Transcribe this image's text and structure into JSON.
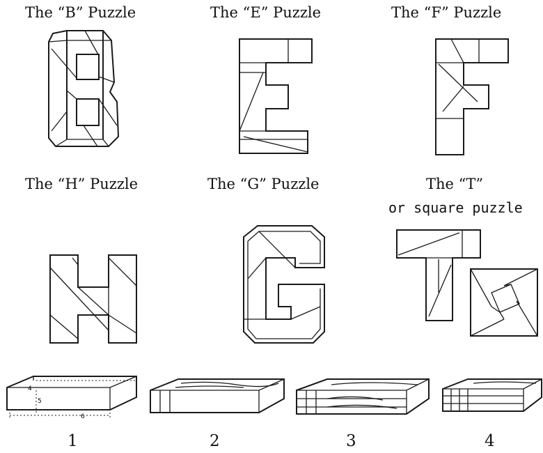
{
  "puzzles": [
    {
      "key": "b",
      "title": "The “B” Puzzle"
    },
    {
      "key": "e",
      "title": "The “E” Puzzle"
    },
    {
      "key": "f",
      "title": "The “F” Puzzle"
    },
    {
      "key": "h",
      "title": "The “H” Puzzle"
    },
    {
      "key": "g",
      "title": "The “G” Puzzle"
    },
    {
      "key": "t",
      "title": "The “T”",
      "subtitle": "or square puzzle"
    }
  ],
  "blocks": [
    {
      "number": "1",
      "dimension_labels": [
        "4",
        "5",
        "6"
      ]
    },
    {
      "number": "2"
    },
    {
      "number": "3"
    },
    {
      "number": "4"
    }
  ]
}
